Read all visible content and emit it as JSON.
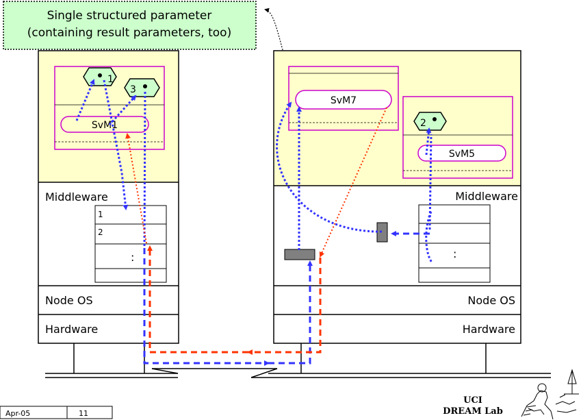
{
  "callout": {
    "line1": "Single structured parameter",
    "line2": "(containing result parameters, too)"
  },
  "left_node": {
    "svm_label": "SvM1",
    "hex1_label": "1",
    "hex3_label": "3",
    "middleware_label": "Middleware",
    "slot1": "1",
    "slot2": "2",
    "slot_ellipsis": ":",
    "nodeos_label": "Node OS",
    "hardware_label": "Hardware"
  },
  "right_node": {
    "svm7_label": "SvM7",
    "svm5_label": "SvM5",
    "hex2_label": "2",
    "middleware_label": "Middleware",
    "slot_ellipsis": ":",
    "nodeos_label": "Node OS",
    "hardware_label": "Hardware"
  },
  "footer": {
    "date": "Apr-05",
    "page": "11",
    "lab_line1": "UCI",
    "lab_line2": "DREAM Lab"
  },
  "colors": {
    "app_area": "#ffffcc",
    "callout_fill": "#ccffcc",
    "box_outline": "#cc00cc",
    "hex_fill": "#ccffcc",
    "blue_arrow": "#3333ff",
    "red_arrow": "#ff3300",
    "grey_block": "#808080"
  }
}
